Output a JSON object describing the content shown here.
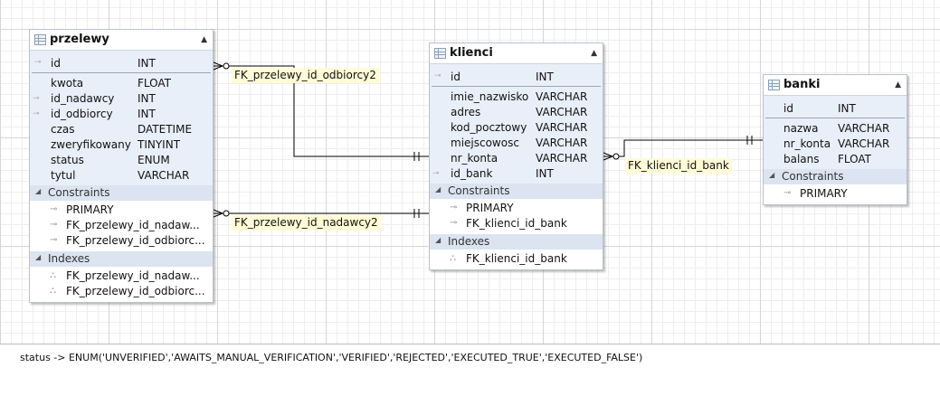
{
  "tables": {
    "przelewy": {
      "title": "przelewy",
      "pk": {
        "name": "id",
        "type": "INT"
      },
      "columns": [
        {
          "name": "kwota",
          "type": "FLOAT"
        },
        {
          "name": "id_nadawcy",
          "type": "INT"
        },
        {
          "name": "id_odbiorcy",
          "type": "INT"
        },
        {
          "name": "czas",
          "type": "DATETIME"
        },
        {
          "name": "zweryfikowany",
          "type": "TINYINT"
        },
        {
          "name": "status",
          "type": "ENUM"
        },
        {
          "name": "tytul",
          "type": "VARCHAR"
        }
      ],
      "constraints_label": "Constraints",
      "constraints": [
        "PRIMARY",
        "FK_przelewy_id_nadaw...",
        "FK_przelewy_id_odbiorc..."
      ],
      "indexes_label": "Indexes",
      "indexes": [
        "FK_przelewy_id_nadaw...",
        "FK_przelewy_id_odbiorc..."
      ]
    },
    "klienci": {
      "title": "klienci",
      "pk": {
        "name": "id",
        "type": "INT"
      },
      "columns": [
        {
          "name": "imie_nazwisko",
          "type": "VARCHAR"
        },
        {
          "name": "adres",
          "type": "VARCHAR"
        },
        {
          "name": "kod_pocztowy",
          "type": "VARCHAR"
        },
        {
          "name": "miejscowosc",
          "type": "VARCHAR"
        },
        {
          "name": "nr_konta",
          "type": "VARCHAR"
        },
        {
          "name": "id_bank",
          "type": "INT"
        }
      ],
      "constraints_label": "Constraints",
      "constraints": [
        "PRIMARY",
        "FK_klienci_id_bank"
      ],
      "indexes_label": "Indexes",
      "indexes": [
        "FK_klienci_id_bank"
      ]
    },
    "banki": {
      "title": "banki",
      "pk": {
        "name": "id",
        "type": "INT"
      },
      "columns": [
        {
          "name": "nazwa",
          "type": "VARCHAR"
        },
        {
          "name": "nr_konta",
          "type": "VARCHAR"
        },
        {
          "name": "balans",
          "type": "FLOAT"
        }
      ],
      "constraints_label": "Constraints",
      "constraints": [
        "PRIMARY"
      ]
    }
  },
  "relations": {
    "odbiorcy": "FK_przelewy_id_odbiorcy2",
    "nadawcy": "FK_przelewy_id_nadawcy2",
    "bank": "FK_klienci_id_bank"
  },
  "note": "status -> ENUM('UNVERIFIED','AWAITS_MANUAL_VERIFICATION','VERIFIED','REJECTED','EXECUTED_TRUE','EXECUTED_FALSE')",
  "colors": {
    "table_bg": "#e8eff8",
    "section_bg": "#dbe4f0",
    "fk_label_bg": "#fffbd6",
    "connector": "#000000"
  }
}
